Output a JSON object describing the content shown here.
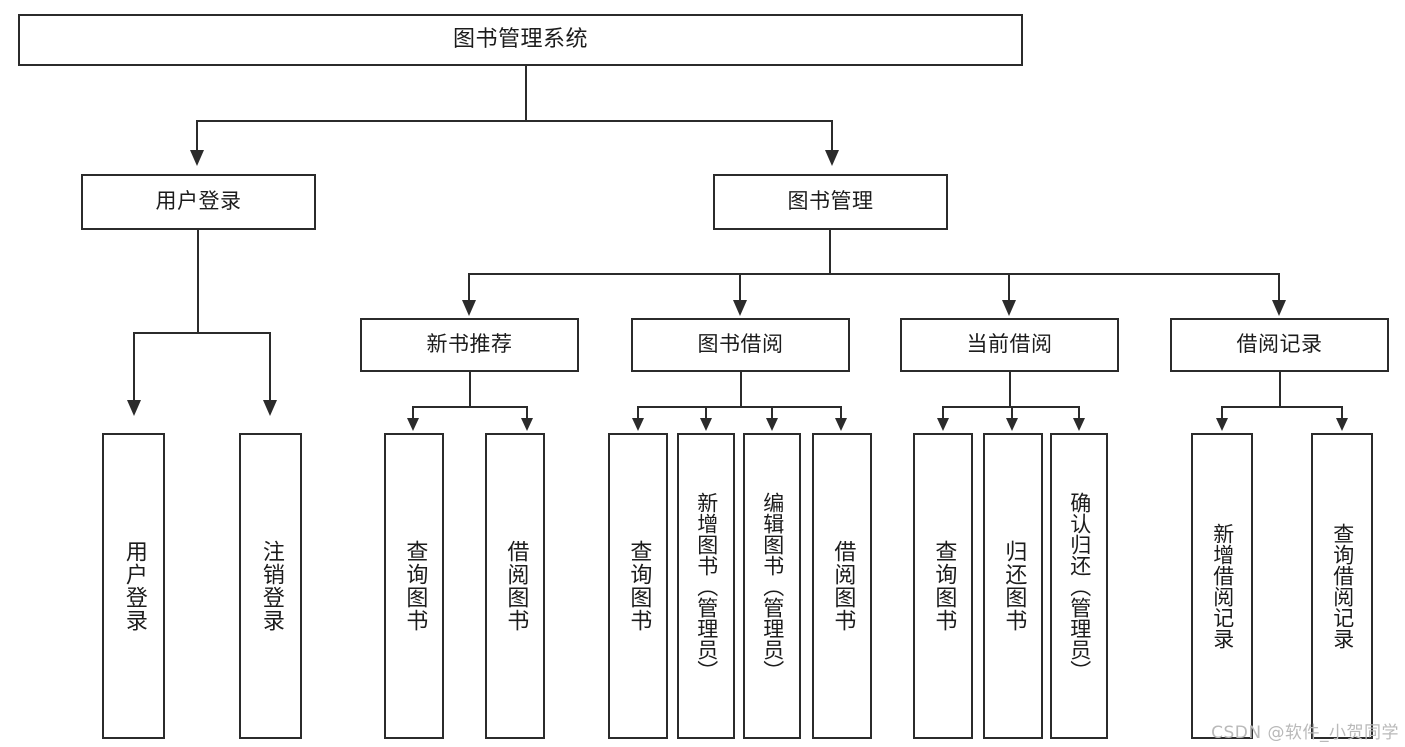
{
  "diagram": {
    "title": "图书管理系统",
    "root": {
      "label": "图书管理系统"
    },
    "level2": [
      {
        "label": "用户登录"
      },
      {
        "label": "图书管理"
      }
    ],
    "level3": [
      {
        "label": "新书推荐"
      },
      {
        "label": "图书借阅"
      },
      {
        "label": "当前借阅"
      },
      {
        "label": "借阅记录"
      }
    ],
    "leaves": {
      "user_login": [
        {
          "label": "用户登录"
        },
        {
          "label": "注销登录"
        }
      ],
      "new_book_recommend": [
        {
          "label": "查询图书"
        },
        {
          "label": "借阅图书"
        }
      ],
      "book_borrow": [
        {
          "label": "查询图书"
        },
        {
          "label": "新增图书（管理员）"
        },
        {
          "label": "编辑图书（管理员）"
        },
        {
          "label": "借阅图书"
        }
      ],
      "current_borrow": [
        {
          "label": "查询图书"
        },
        {
          "label": "归还图书"
        },
        {
          "label": "确认归还（管理员）"
        }
      ],
      "borrow_record": [
        {
          "label": "新增借阅记录"
        },
        {
          "label": "查询借阅记录"
        }
      ]
    }
  },
  "watermark": {
    "text": "CSDN @软件_小贺同学"
  },
  "colors": {
    "border": "#2b2b2b",
    "text": "#1c1c1c",
    "background": "#ffffff",
    "watermark": "#b9b9b9"
  }
}
